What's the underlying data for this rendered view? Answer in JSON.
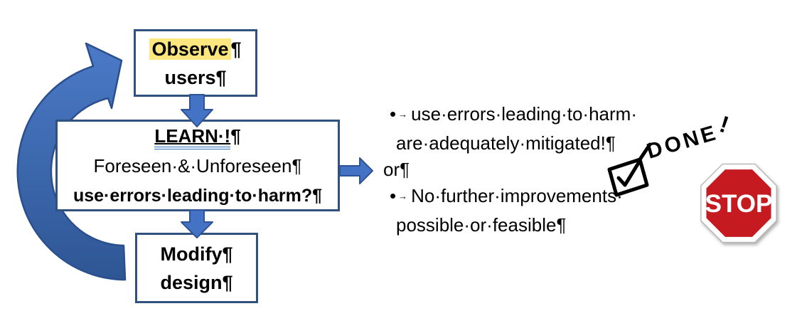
{
  "colors": {
    "box_border": "#31527D",
    "arrow_fill": "#4472C4",
    "arrow_stroke": "#2F5496",
    "loop_arrow_top": "#4B7AC7",
    "loop_arrow_bottom": "#2E5694",
    "highlight_yellow": "#FBE77D",
    "learn_underline_blue": "#2E74B5",
    "stop_red": "#C41A20"
  },
  "flow": {
    "observe": {
      "highlight_text": "Observe",
      "pilcrow": "¶",
      "line2": "users¶"
    },
    "learn": {
      "title": "LEARN·!",
      "pilcrow": "¶",
      "line2": "Foreseen·&·Unforeseen¶",
      "line3": "use·errors·leading·to·harm?¶"
    },
    "modify": {
      "line1": "Modify¶",
      "line2": "design¶"
    }
  },
  "outcome": {
    "bullet_char": "•",
    "tab_char": "→",
    "item1_line1": "use·errors·leading·to·harm·",
    "item1_line2": "are·adequately·mitigated!¶",
    "or_text": "or¶",
    "item2_line1": "No·further·improvements·",
    "item2_line2": "possible·or·feasible¶"
  },
  "annotation": {
    "done_text": "DONE",
    "exclamation": "!"
  },
  "stop_sign": {
    "label": "STOP"
  }
}
